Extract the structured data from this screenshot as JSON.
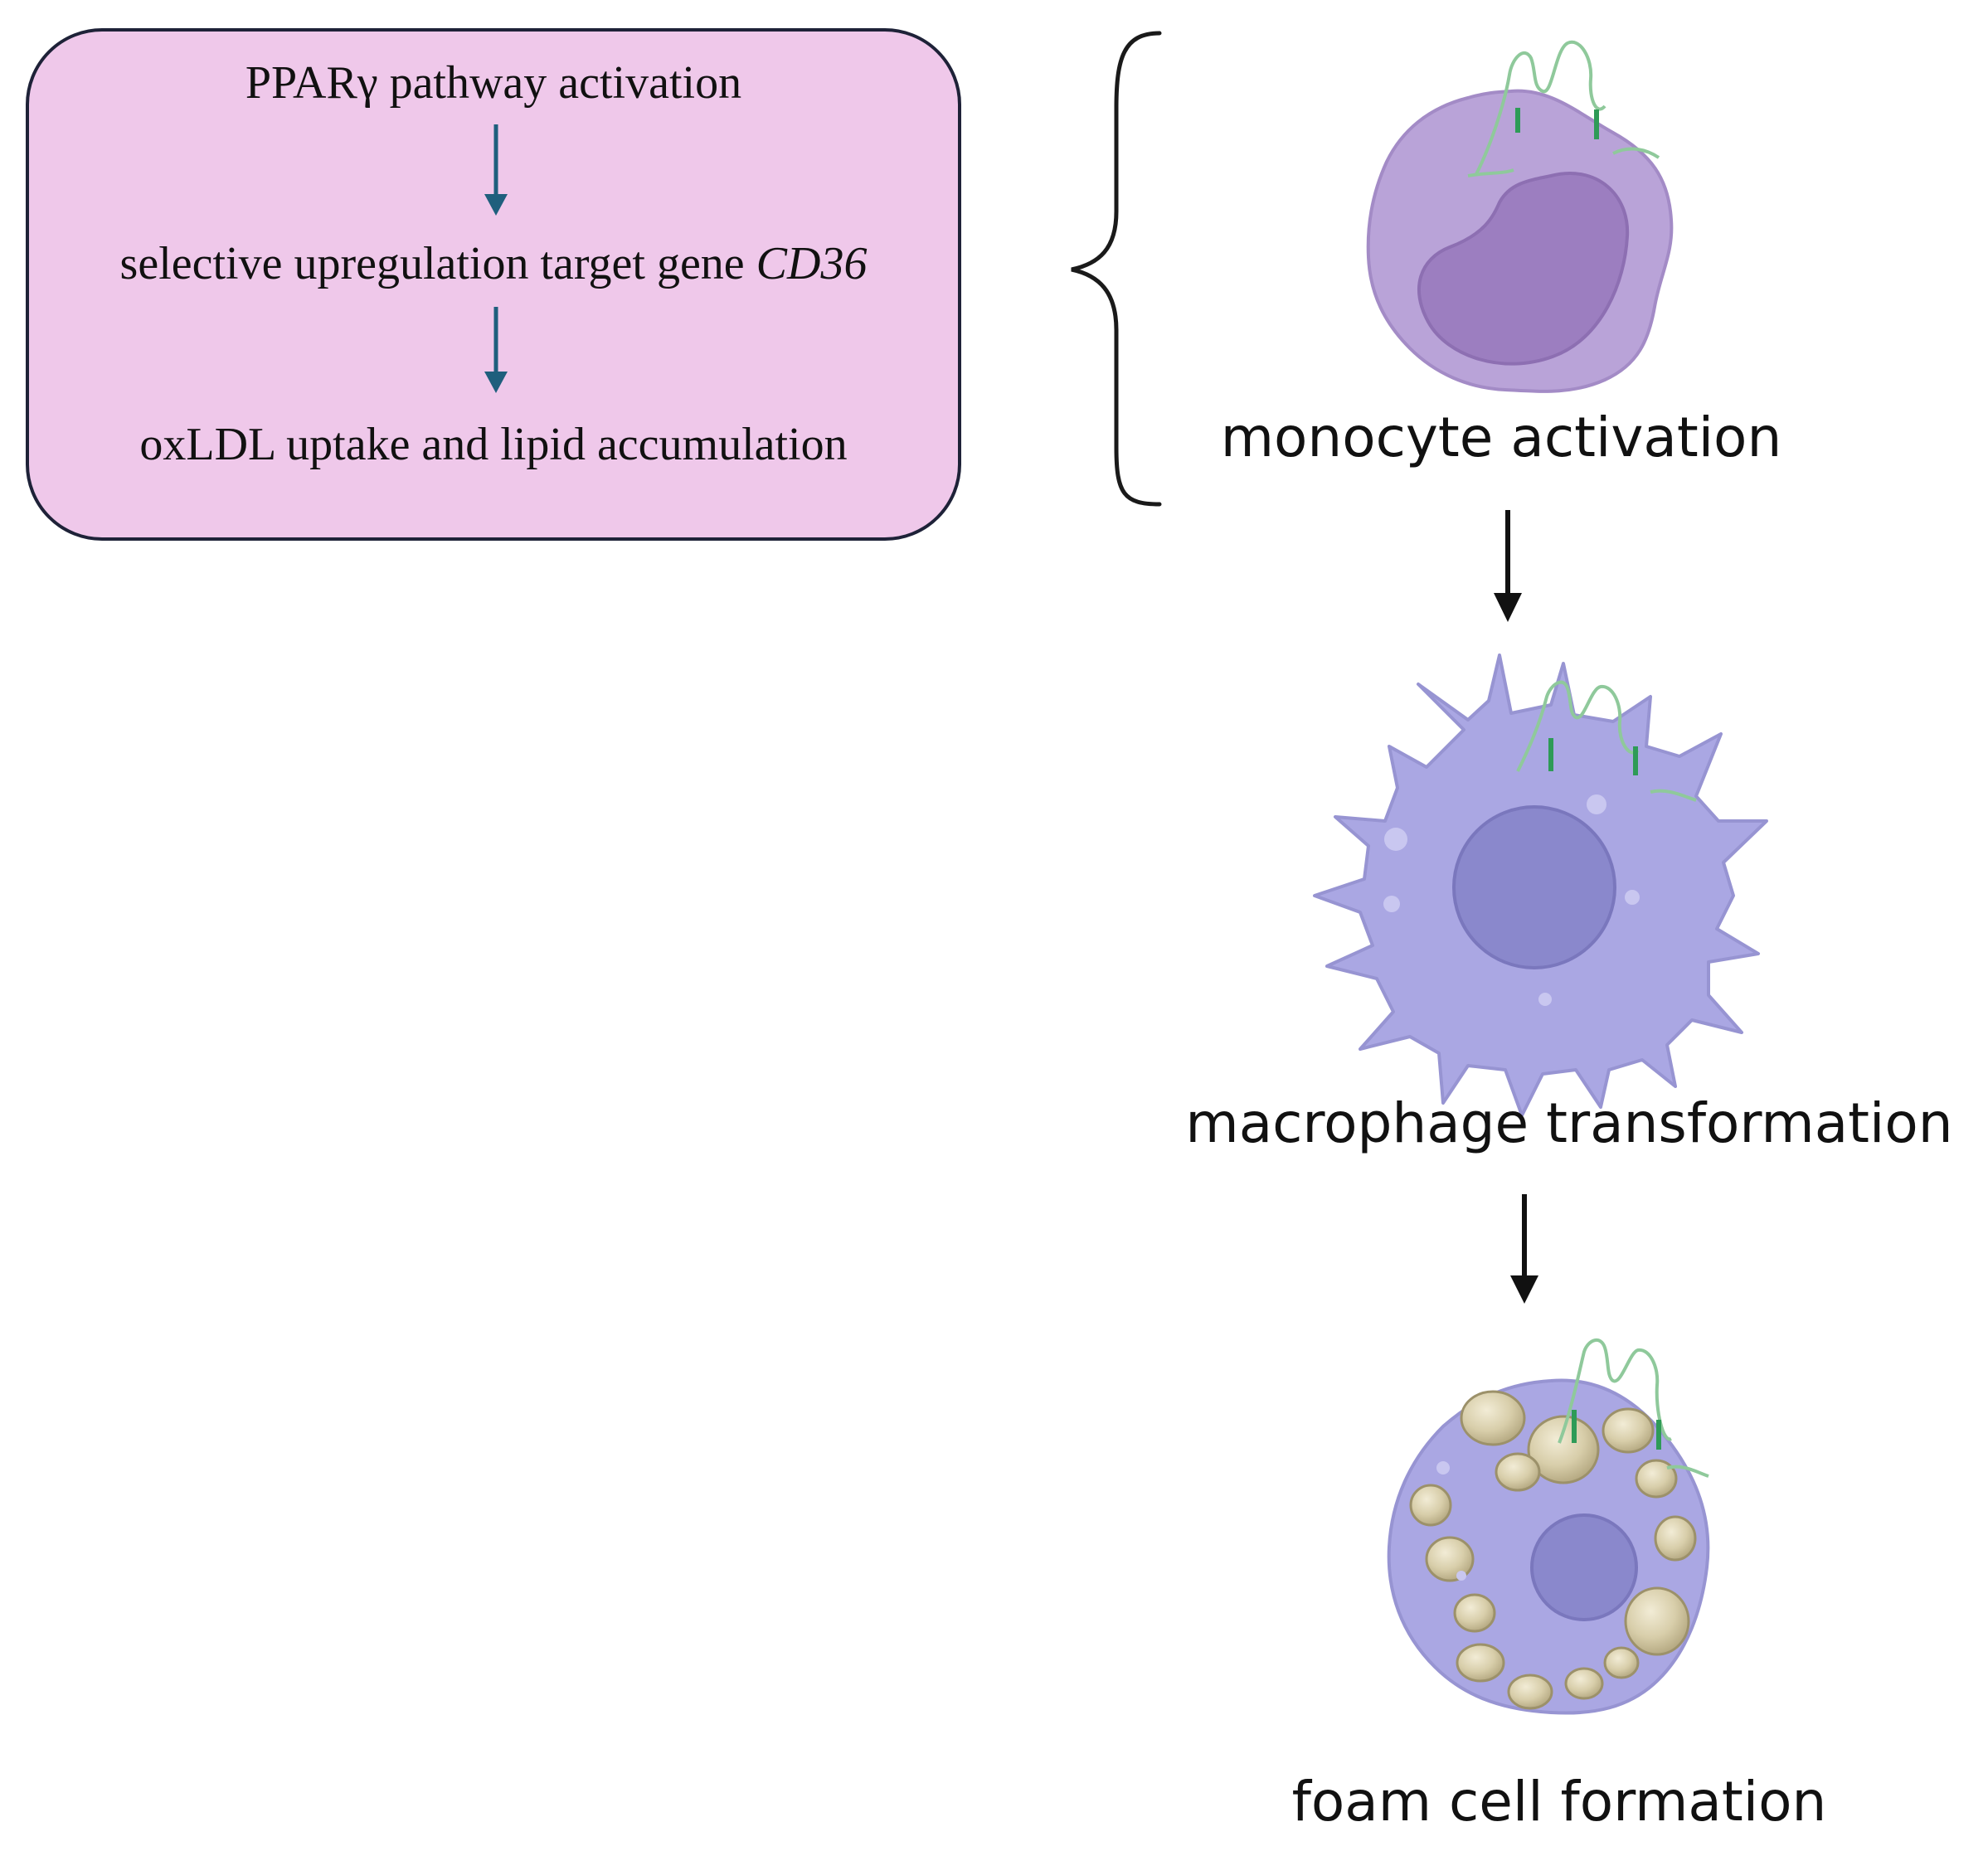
{
  "pathway": {
    "step1": "PPARγ pathway activation",
    "step2_prefix": "selective upregulation target gene ",
    "step2_gene": "CD36",
    "step3": "oxLDL uptake and lipid accumulation"
  },
  "stages": {
    "monocyte": "monocyte activation",
    "macrophage": "macrophage transformation",
    "foam": "foam cell formation"
  },
  "colors": {
    "box_fill": "#efc8ea",
    "box_border": "#1e2238",
    "pathway_arrow": "#1f5f7d",
    "stage_arrow": "#111111",
    "monocyte_cell": "#b9a3d8",
    "monocyte_nucleus": "#9c7ec0",
    "macrophage_cell": "#aaa7e3",
    "macrophage_nucleus": "#8a88cc",
    "lipid_droplet": "#d8ceaa",
    "receptor": "#2e9b57"
  }
}
